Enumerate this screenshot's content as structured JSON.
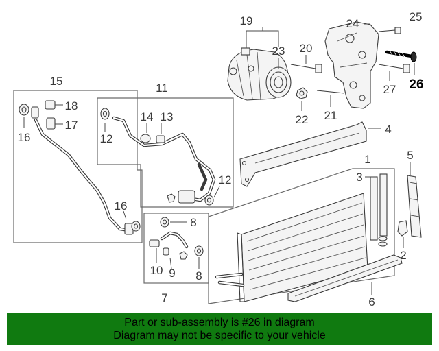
{
  "diagram": {
    "highlighted_part": "26",
    "callouts": {
      "c1": "1",
      "c2": "2",
      "c3": "3",
      "c4": "4",
      "c5": "5",
      "c6": "6",
      "c7": "7",
      "c8a": "8",
      "c8b": "8",
      "c9": "9",
      "c10": "10",
      "c11": "11",
      "c12a": "12",
      "c12b": "12",
      "c13": "13",
      "c14": "14",
      "c15": "15",
      "c16a": "16",
      "c16b": "16",
      "c17": "17",
      "c18": "18",
      "c19": "19",
      "c20": "20",
      "c21": "21",
      "c22": "22",
      "c23": "23",
      "c24": "24",
      "c25": "25",
      "c26": "26",
      "c27": "27"
    }
  },
  "banner": {
    "line1": "Part or sub-assembly is #26 in diagram",
    "line2": "Diagram may not be specific to your vehicle",
    "background": "#107a10"
  }
}
